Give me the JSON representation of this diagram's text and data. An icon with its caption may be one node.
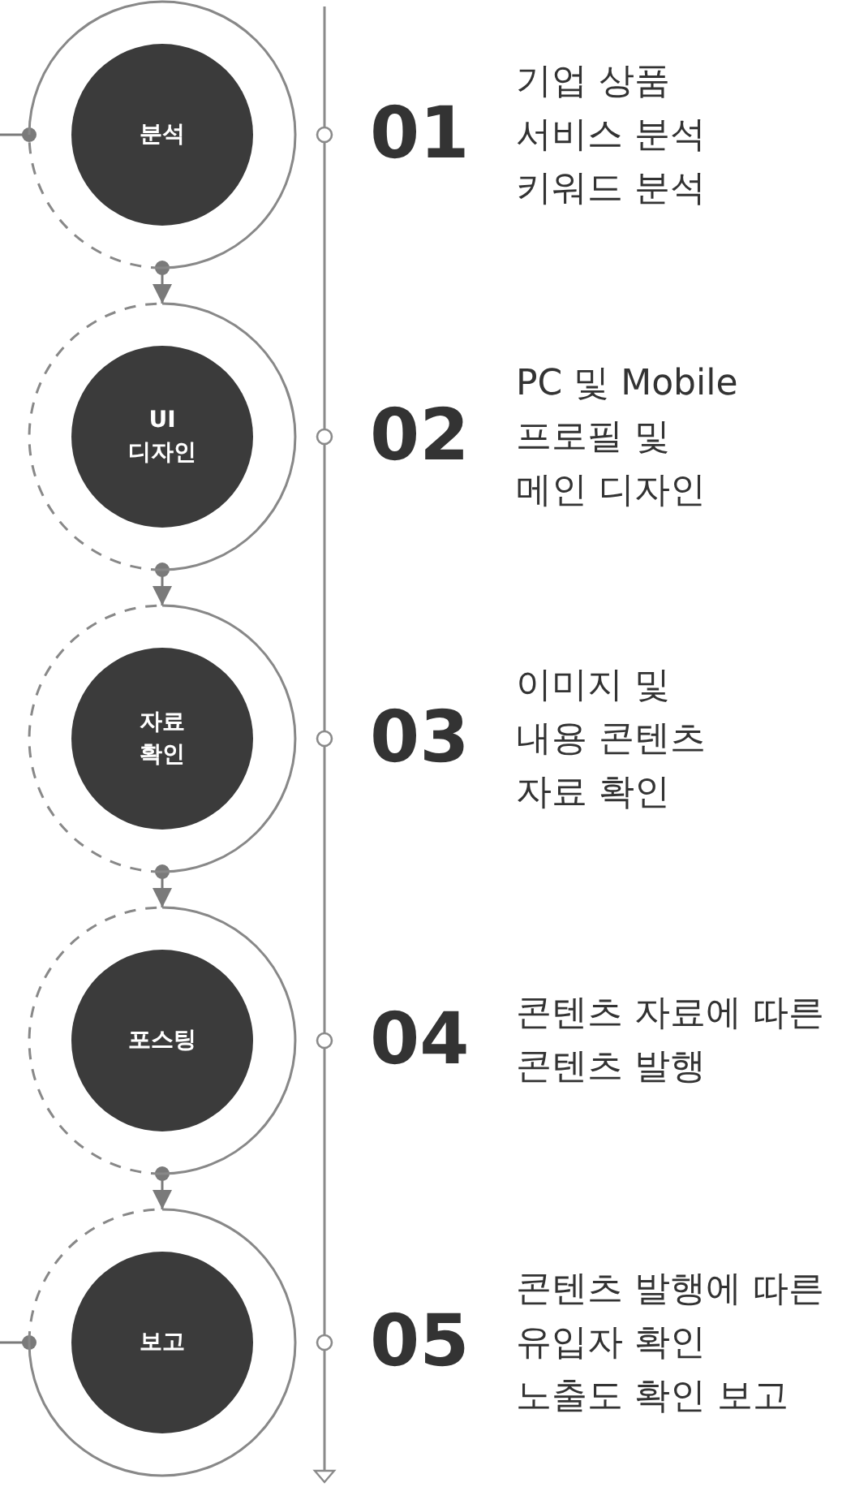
{
  "diagram": {
    "nodes": [
      {
        "text": [],
        "shape": "circle"
      },
      {
        "text": [
          "분석"
        ],
        "in": 0
      },
      {
        "text": [],
        "shape": "circle"
      },
      {
        "text": [
          "UI 디자인"
        ],
        "in": 2
      },
      {
        "text": [],
        "shape": "circle"
      },
      {
        "text": [
          "자료 확인"
        ],
        "in": 4
      },
      {
        "text": [],
        "shape": "circle"
      },
      {
        "text": [
          "포스팅"
        ],
        "in": 6
      },
      {
        "text": [],
        "shape": "circle"
      },
      {
        "text": [
          "보고"
        ],
        "in": 8
      }
    ],
    "edges": [
      {
        "from": null,
        "to": 0,
        "arrow": "other"
      },
      {
        "from": 0,
        "to": 2,
        "arrow": "to"
      },
      {
        "from": 2,
        "to": 4,
        "arrow": "to"
      },
      {
        "from": 4,
        "to": 6,
        "arrow": "to"
      },
      {
        "from": 6,
        "to": 8,
        "arrow": "to"
      },
      {
        "from": 8,
        "to": null,
        "arrow": "other"
      }
    ],
    "labels": [
      "01",
      "기업 상품 서비스 분석 키워드 분석",
      "02",
      "PC 및 Mobile 프로필 및 메인 디자인",
      "03",
      "이미지 및 내용 콘텐츠 자료 확인",
      "04",
      "콘텐츠 자료에 따른 콘텐츠 발행",
      "05",
      "콘텐츠 발행에 따른 유입자 확인 노출도 확인 보고"
    ]
  }
}
